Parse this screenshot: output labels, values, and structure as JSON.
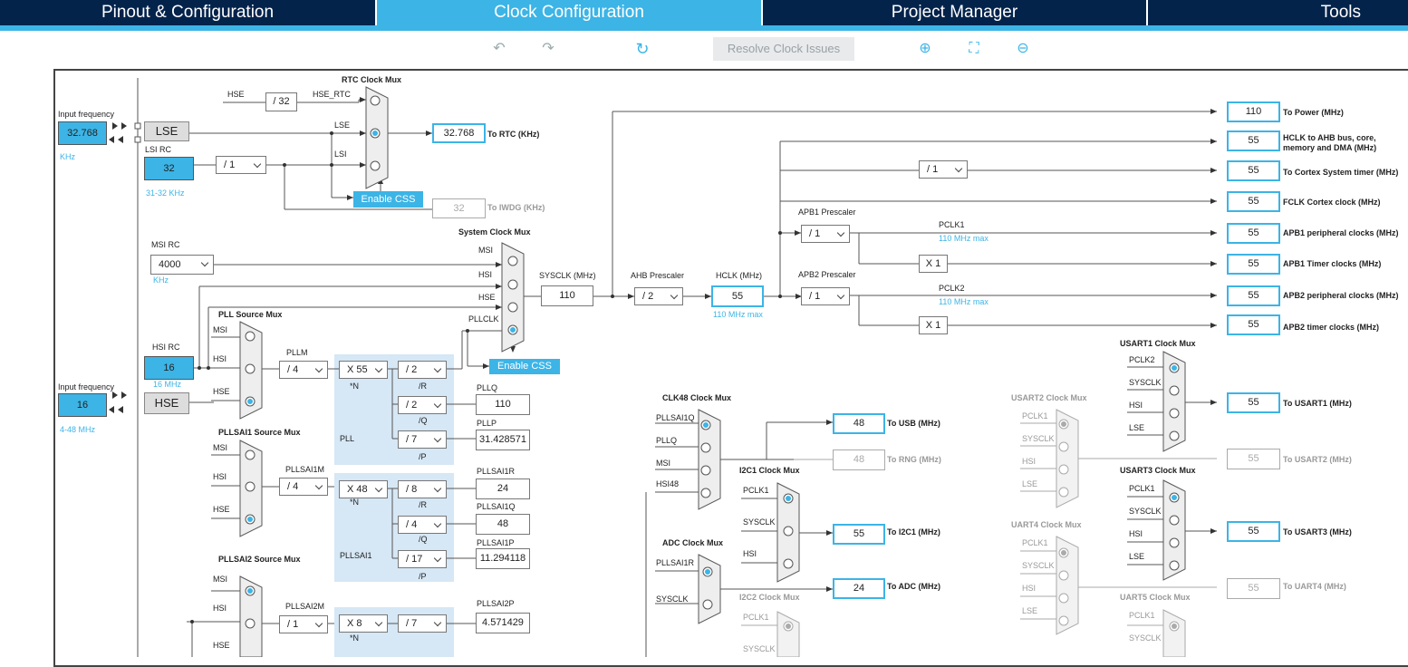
{
  "tabs": [
    "Pinout & Configuration",
    "Clock Configuration",
    "Project Manager",
    "Tools"
  ],
  "toolbar": {
    "resolve": "Resolve Clock Issues",
    "undo_icon": "undo-icon",
    "redo_icon": "redo-icon",
    "refresh_icon": "refresh-icon",
    "zoom_in_icon": "zoom-in-icon",
    "fit_icon": "fit-icon",
    "zoom_out_icon": "zoom-out-icon"
  },
  "lse_in": {
    "label": "Input frequency",
    "value": "32.768",
    "unit": "KHz"
  },
  "hse_in": {
    "label": "Input frequency",
    "value": "16",
    "unit": "4-48 MHz"
  },
  "lse": "LSE",
  "hse": "HSE",
  "lsi": {
    "label": "LSI RC",
    "value": "32",
    "range": "31-32 KHz"
  },
  "hsi": {
    "label": "HSI RC",
    "value": "16",
    "unit": "16 MHz"
  },
  "msi": {
    "label": "MSI RC",
    "value": "4000",
    "unit": "KHz"
  },
  "rtc": {
    "mux": "RTC Clock Mux",
    "hse": "HSE",
    "div32": "/ 32",
    "hse_rtc": "HSE_RTC",
    "lse": "LSE",
    "lsi": "LSI",
    "out": "32.768",
    "out_label": "To RTC (KHz)",
    "iwdg": "32",
    "iwdg_label": "To IWDG (KHz)",
    "lsi_div": "/ 1",
    "enable_css": "Enable CSS"
  },
  "sys": {
    "mux": "System Clock Mux",
    "msi": "MSI",
    "hsi": "HSI",
    "hse": "HSE",
    "pllclk": "PLLCLK",
    "sysclk_label": "SYSCLK (MHz)",
    "sysclk": "110",
    "enable_css": "Enable CSS"
  },
  "ahb": {
    "label": "AHB Prescaler",
    "value": "/ 2",
    "hclk_label": "HCLK (MHz)",
    "hclk": "55",
    "hclk_max": "110 MHz max"
  },
  "apb1": {
    "label": "APB1 Prescaler",
    "value": "/ 1",
    "pclk": "PCLK1",
    "max": "110 MHz max",
    "x1": "X 1"
  },
  "apb2": {
    "label": "APB2 Prescaler",
    "value": "/ 1",
    "pclk": "PCLK2",
    "max": "110 MHz max",
    "x1": "X 1"
  },
  "cortex_div": "/ 1",
  "outputs": [
    {
      "value": "110",
      "label": "To Power (MHz)"
    },
    {
      "value": "55",
      "label": "HCLK to AHB bus, core,",
      "label2": "memory and DMA (MHz)"
    },
    {
      "value": "55",
      "label": "To Cortex System timer (MHz)"
    },
    {
      "value": "55",
      "label": "FCLK Cortex clock (MHz)"
    },
    {
      "value": "55",
      "label": "APB1 peripheral clocks (MHz)"
    },
    {
      "value": "55",
      "label": "APB1 Timer clocks (MHz)"
    },
    {
      "value": "55",
      "label": "APB2 peripheral clocks (MHz)"
    },
    {
      "value": "55",
      "label": "APB2 timer clocks (MHz)"
    }
  ],
  "pll": {
    "mux": "PLL  Source Mux",
    "msi": "MSI",
    "hsi": "HSI",
    "hse": "HSE",
    "m_label": "PLLM",
    "m": "/ 4",
    "n": "X 55",
    "n_label": "*N",
    "r": "/ 2",
    "r_label": "/R",
    "q": "/ 2",
    "q_label": "/Q",
    "p": "/ 7",
    "p_label": "/P",
    "name": "PLL",
    "pllq_label": "PLLQ",
    "pllq": "110",
    "pllp_label": "PLLP",
    "pllp": "31.428571"
  },
  "pllsai1": {
    "mux": "PLLSAI1 Source Mux",
    "msi": "MSI",
    "hsi": "HSI",
    "hse": "HSE",
    "m_label": "PLLSAI1M",
    "m": "/ 4",
    "n": "X 48",
    "n_label": "*N",
    "r": "/ 8",
    "r_label": "/R",
    "q": "/ 4",
    "q_label": "/Q",
    "p": "/ 17",
    "p_label": "/P",
    "name": "PLLSAI1",
    "r_out_label": "PLLSAI1R",
    "r_out": "24",
    "q_out_label": "PLLSAI1Q",
    "q_out": "48",
    "p_out_label": "PLLSAI1P",
    "p_out": "11.294118"
  },
  "pllsai2": {
    "mux": "PLLSAI2 Source Mux",
    "msi": "MSI",
    "hsi": "HSI",
    "hse": "HSE",
    "m_label": "PLLSAI2M",
    "m": "/ 1",
    "n": "X 8",
    "n_label": "*N",
    "p": "/ 7",
    "p_out_label": "PLLSAI2P",
    "p_out": "4.571429"
  },
  "clk48": {
    "mux": "CLK48 Clock Mux",
    "in1": "PLLSAI1Q",
    "in2": "PLLQ",
    "in3": "MSI",
    "in4": "HSI48",
    "usb": "48",
    "usb_label": "To USB (MHz)",
    "rng": "48",
    "rng_label": "To RNG (MHz)"
  },
  "i2c1": {
    "mux": "I2C1 Clock Mux",
    "in1": "PCLK1",
    "in2": "SYSCLK",
    "in3": "HSI",
    "out": "55",
    "out_label": "To I2C1 (MHz)"
  },
  "adc": {
    "mux": "ADC Clock Mux",
    "in1": "PLLSAI1R",
    "in2": "SYSCLK",
    "out": "24",
    "out_label": "To ADC (MHz)"
  },
  "i2c2": {
    "mux": "I2C2 Clock Mux",
    "in1": "PCLK1",
    "in2": "SYSCLK"
  },
  "usart1": {
    "mux": "USART1 Clock Mux",
    "in1": "PCLK2",
    "in2": "SYSCLK",
    "in3": "HSI",
    "in4": "LSE",
    "out": "55",
    "out_label": "To USART1 (MHz)"
  },
  "usart2": {
    "mux": "USART2 Clock Mux",
    "in1": "PCLK1",
    "in2": "SYSCLK",
    "in3": "HSI",
    "in4": "LSE",
    "out": "55",
    "out_label": "To USART2 (MHz)"
  },
  "usart3": {
    "mux": "USART3 Clock Mux",
    "in1": "PCLK1",
    "in2": "SYSCLK",
    "in3": "HSI",
    "in4": "LSE",
    "out": "55",
    "out_label": "To USART3 (MHz)"
  },
  "uart4": {
    "mux": "UART4 Clock Mux",
    "in1": "PCLK1",
    "in2": "SYSCLK",
    "in3": "HSI",
    "in4": "LSE",
    "out": "55",
    "out_label": "To UART4 (MHz)"
  },
  "uart5": {
    "mux": "UART5 Clock Mux",
    "in1": "PCLK1",
    "in2": "SYSCLK"
  }
}
